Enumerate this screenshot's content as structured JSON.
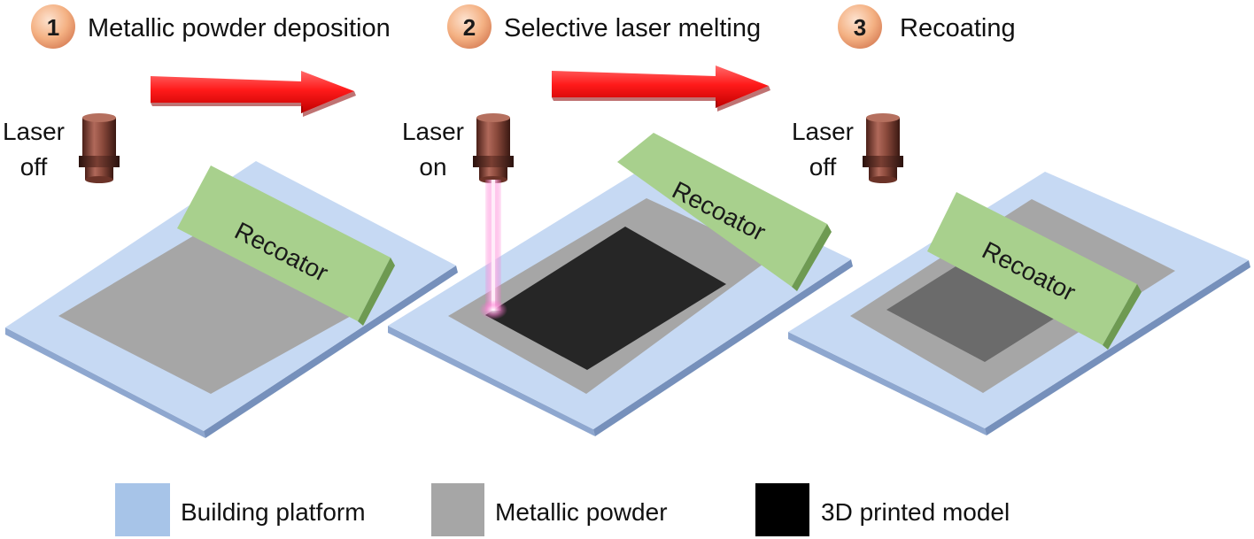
{
  "steps": [
    {
      "number": "1",
      "label": "Metallic powder deposition"
    },
    {
      "number": "2",
      "label": "Selective laser melting"
    },
    {
      "number": "3",
      "label": "Recoating"
    }
  ],
  "panels": [
    {
      "laser_line1": "Laser",
      "laser_line2": "off",
      "recoater": "Recoator",
      "laser_active": false
    },
    {
      "laser_line1": "Laser",
      "laser_line2": "on",
      "recoater": "Recoator",
      "laser_active": true
    },
    {
      "laser_line1": "Laser",
      "laser_line2": "off",
      "recoater": "Recoator",
      "laser_active": false
    }
  ],
  "legend": [
    {
      "label": "Building platform",
      "color": "#a7c4e8"
    },
    {
      "label": "Metallic powder",
      "color": "#a6a6a6"
    },
    {
      "label": "3D printed model",
      "color": "#000000"
    }
  ],
  "colors": {
    "platform": "#c6d9f3",
    "platform_edge": "#8ea7cf",
    "powder": "#a6a6a6",
    "model": "#262626",
    "model_recoated": "#6b6b6b",
    "recoater": "#a8d08d",
    "arrow": "#ff1a1a",
    "badge": "#f4b183",
    "laser_head": "#8b4a3c",
    "laser_beam": "#ff66cc"
  },
  "icons": {
    "step_badge": "circle-number-icon",
    "arrow": "right-arrow-icon",
    "laser": "laser-head-icon"
  }
}
